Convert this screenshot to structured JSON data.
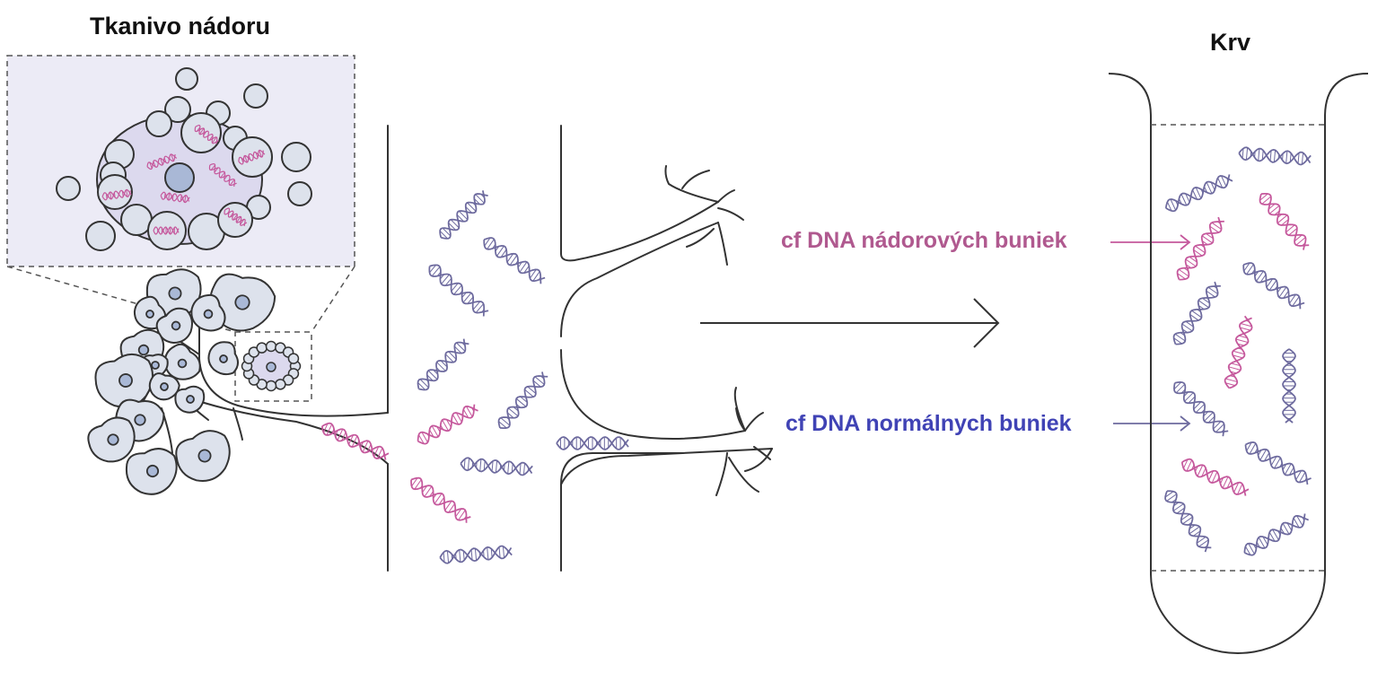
{
  "titles": {
    "tissue": "Tkanivo nádoru",
    "blood": "Krv"
  },
  "labels": {
    "tumor_cfdna": "cf DNA nádorových buniek",
    "normal_cfdna": "cf DNA normálnych buniek"
  },
  "colors": {
    "tumor_text": "#b0598f",
    "normal_text": "#4043b5",
    "tumor_dna": "#c5589c",
    "normal_dna": "#6d6a9e",
    "line": "#333333",
    "cell_fill": "#dde2ec",
    "nucleus_fill": "#a9b8d6",
    "inset_bg": "#ecebf6"
  },
  "icons": {
    "dna": "dna-helix-icon",
    "cell": "cell-icon",
    "arrow": "arrow-right-icon",
    "tube": "test-tube-icon"
  }
}
